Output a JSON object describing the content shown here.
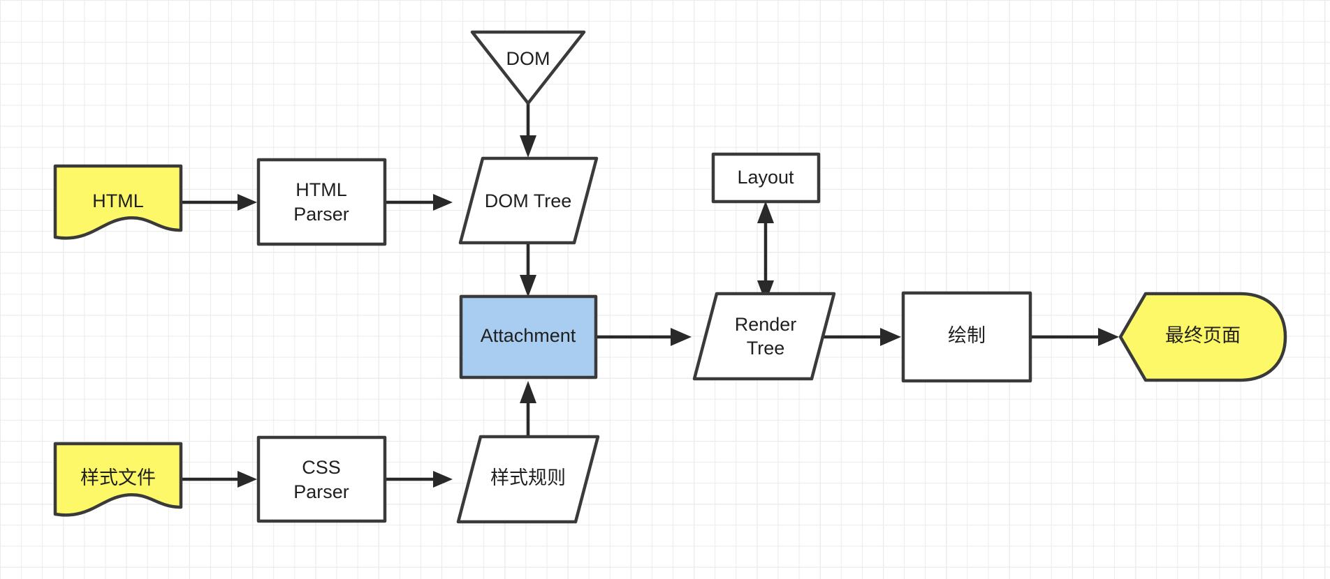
{
  "diagram": {
    "title": "Browser rendering pipeline flowchart",
    "background": {
      "grid_minor_color": "#ebebeb",
      "grid_major_color": "#e2e2e2",
      "page_color": "#ffffff"
    },
    "palette": {
      "yellow": "#fdf867",
      "blue": "#a8cdf0",
      "white": "#ffffff",
      "stroke": "#3a3a3a",
      "text": "#1f1f1f"
    },
    "nodes": [
      {
        "id": "dom",
        "label": "DOM",
        "shape": "triangle-down",
        "fill": "#ffffff"
      },
      {
        "id": "html",
        "label": "HTML",
        "shape": "document",
        "fill": "#fdf867"
      },
      {
        "id": "html-parser",
        "label": "HTML\nParser",
        "shape": "rectangle",
        "fill": "#ffffff"
      },
      {
        "id": "dom-tree",
        "label": "DOM Tree",
        "shape": "parallelogram",
        "fill": "#ffffff"
      },
      {
        "id": "attachment",
        "label": "Attachment",
        "shape": "rectangle",
        "fill": "#a8cdf0"
      },
      {
        "id": "layout",
        "label": "Layout",
        "shape": "rectangle",
        "fill": "#ffffff"
      },
      {
        "id": "render-tree",
        "label": "Render\nTree",
        "shape": "parallelogram",
        "fill": "#ffffff"
      },
      {
        "id": "paint",
        "label": "绘制",
        "shape": "rectangle",
        "fill": "#ffffff"
      },
      {
        "id": "final-page",
        "label": "最终页面",
        "shape": "hexagon-flag",
        "fill": "#fdf867"
      },
      {
        "id": "style-file",
        "label": "样式文件",
        "shape": "document",
        "fill": "#fdf867"
      },
      {
        "id": "css-parser",
        "label": "CSS\nParser",
        "shape": "rectangle",
        "fill": "#ffffff"
      },
      {
        "id": "style-rules",
        "label": "样式规则",
        "shape": "parallelogram",
        "fill": "#ffffff"
      }
    ],
    "edges": [
      {
        "id": "e1",
        "from": "dom",
        "to": "dom-tree",
        "arrow": "single"
      },
      {
        "id": "e2",
        "from": "html",
        "to": "html-parser",
        "arrow": "single"
      },
      {
        "id": "e3",
        "from": "html-parser",
        "to": "dom-tree",
        "arrow": "single"
      },
      {
        "id": "e4",
        "from": "dom-tree",
        "to": "attachment",
        "arrow": "single"
      },
      {
        "id": "e5",
        "from": "attachment",
        "to": "render-tree",
        "arrow": "single"
      },
      {
        "id": "e6",
        "from": "render-tree",
        "to": "layout",
        "arrow": "double"
      },
      {
        "id": "e7",
        "from": "render-tree",
        "to": "paint",
        "arrow": "single"
      },
      {
        "id": "e8",
        "from": "paint",
        "to": "final-page",
        "arrow": "single"
      },
      {
        "id": "e9",
        "from": "style-file",
        "to": "css-parser",
        "arrow": "single"
      },
      {
        "id": "e10",
        "from": "css-parser",
        "to": "style-rules",
        "arrow": "single"
      },
      {
        "id": "e11",
        "from": "style-rules",
        "to": "attachment",
        "arrow": "single"
      }
    ],
    "labels": {
      "dom": "DOM",
      "html": "HTML",
      "html_parser_line1": "HTML",
      "html_parser_line2": "Parser",
      "dom_tree": "DOM Tree",
      "attachment": "Attachment",
      "layout": "Layout",
      "render_tree_line1": "Render",
      "render_tree_line2": "Tree",
      "paint": "绘制",
      "final_page": "最终页面",
      "style_file": "样式文件",
      "css_parser_line1": "CSS",
      "css_parser_line2": "Parser",
      "style_rules": "样式规则"
    }
  }
}
